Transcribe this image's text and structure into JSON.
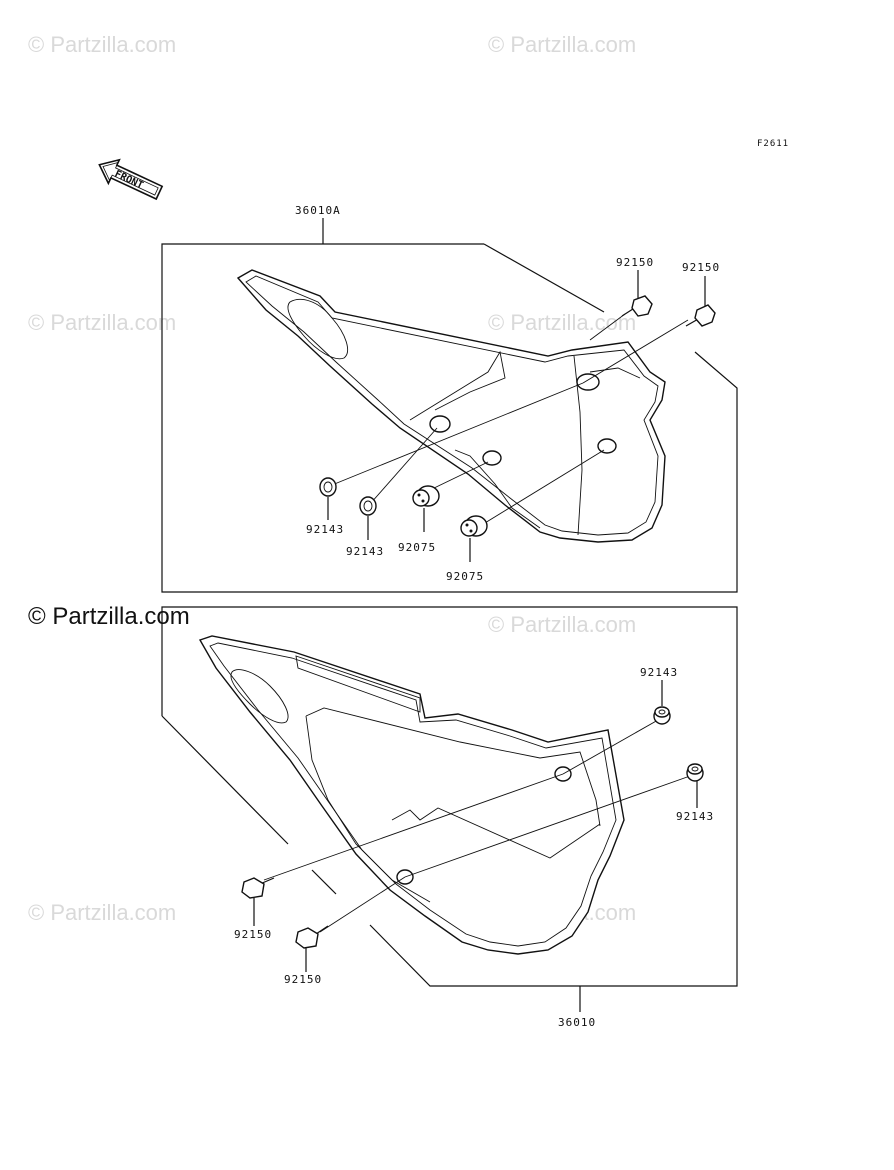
{
  "figure_code": "F2611",
  "front_arrow_label": "FRONT",
  "watermark_text": "© Partzilla.com",
  "watermark_prominent": "© Partzilla.com",
  "upper_panel": {
    "assembly_label": "36010A",
    "parts": {
      "bolt_left": "92150",
      "bolt_right": "92150",
      "washer_a": "92143",
      "washer_b": "92143",
      "grommet_a": "92075",
      "grommet_b": "92075"
    }
  },
  "lower_panel": {
    "assembly_label": "36010",
    "parts": {
      "washer_top": "92143",
      "washer_right": "92143",
      "bolt_a": "92150",
      "bolt_b": "92150"
    }
  },
  "colors": {
    "line": "#111111",
    "watermark": "#d9d9d9",
    "background": "#ffffff"
  }
}
